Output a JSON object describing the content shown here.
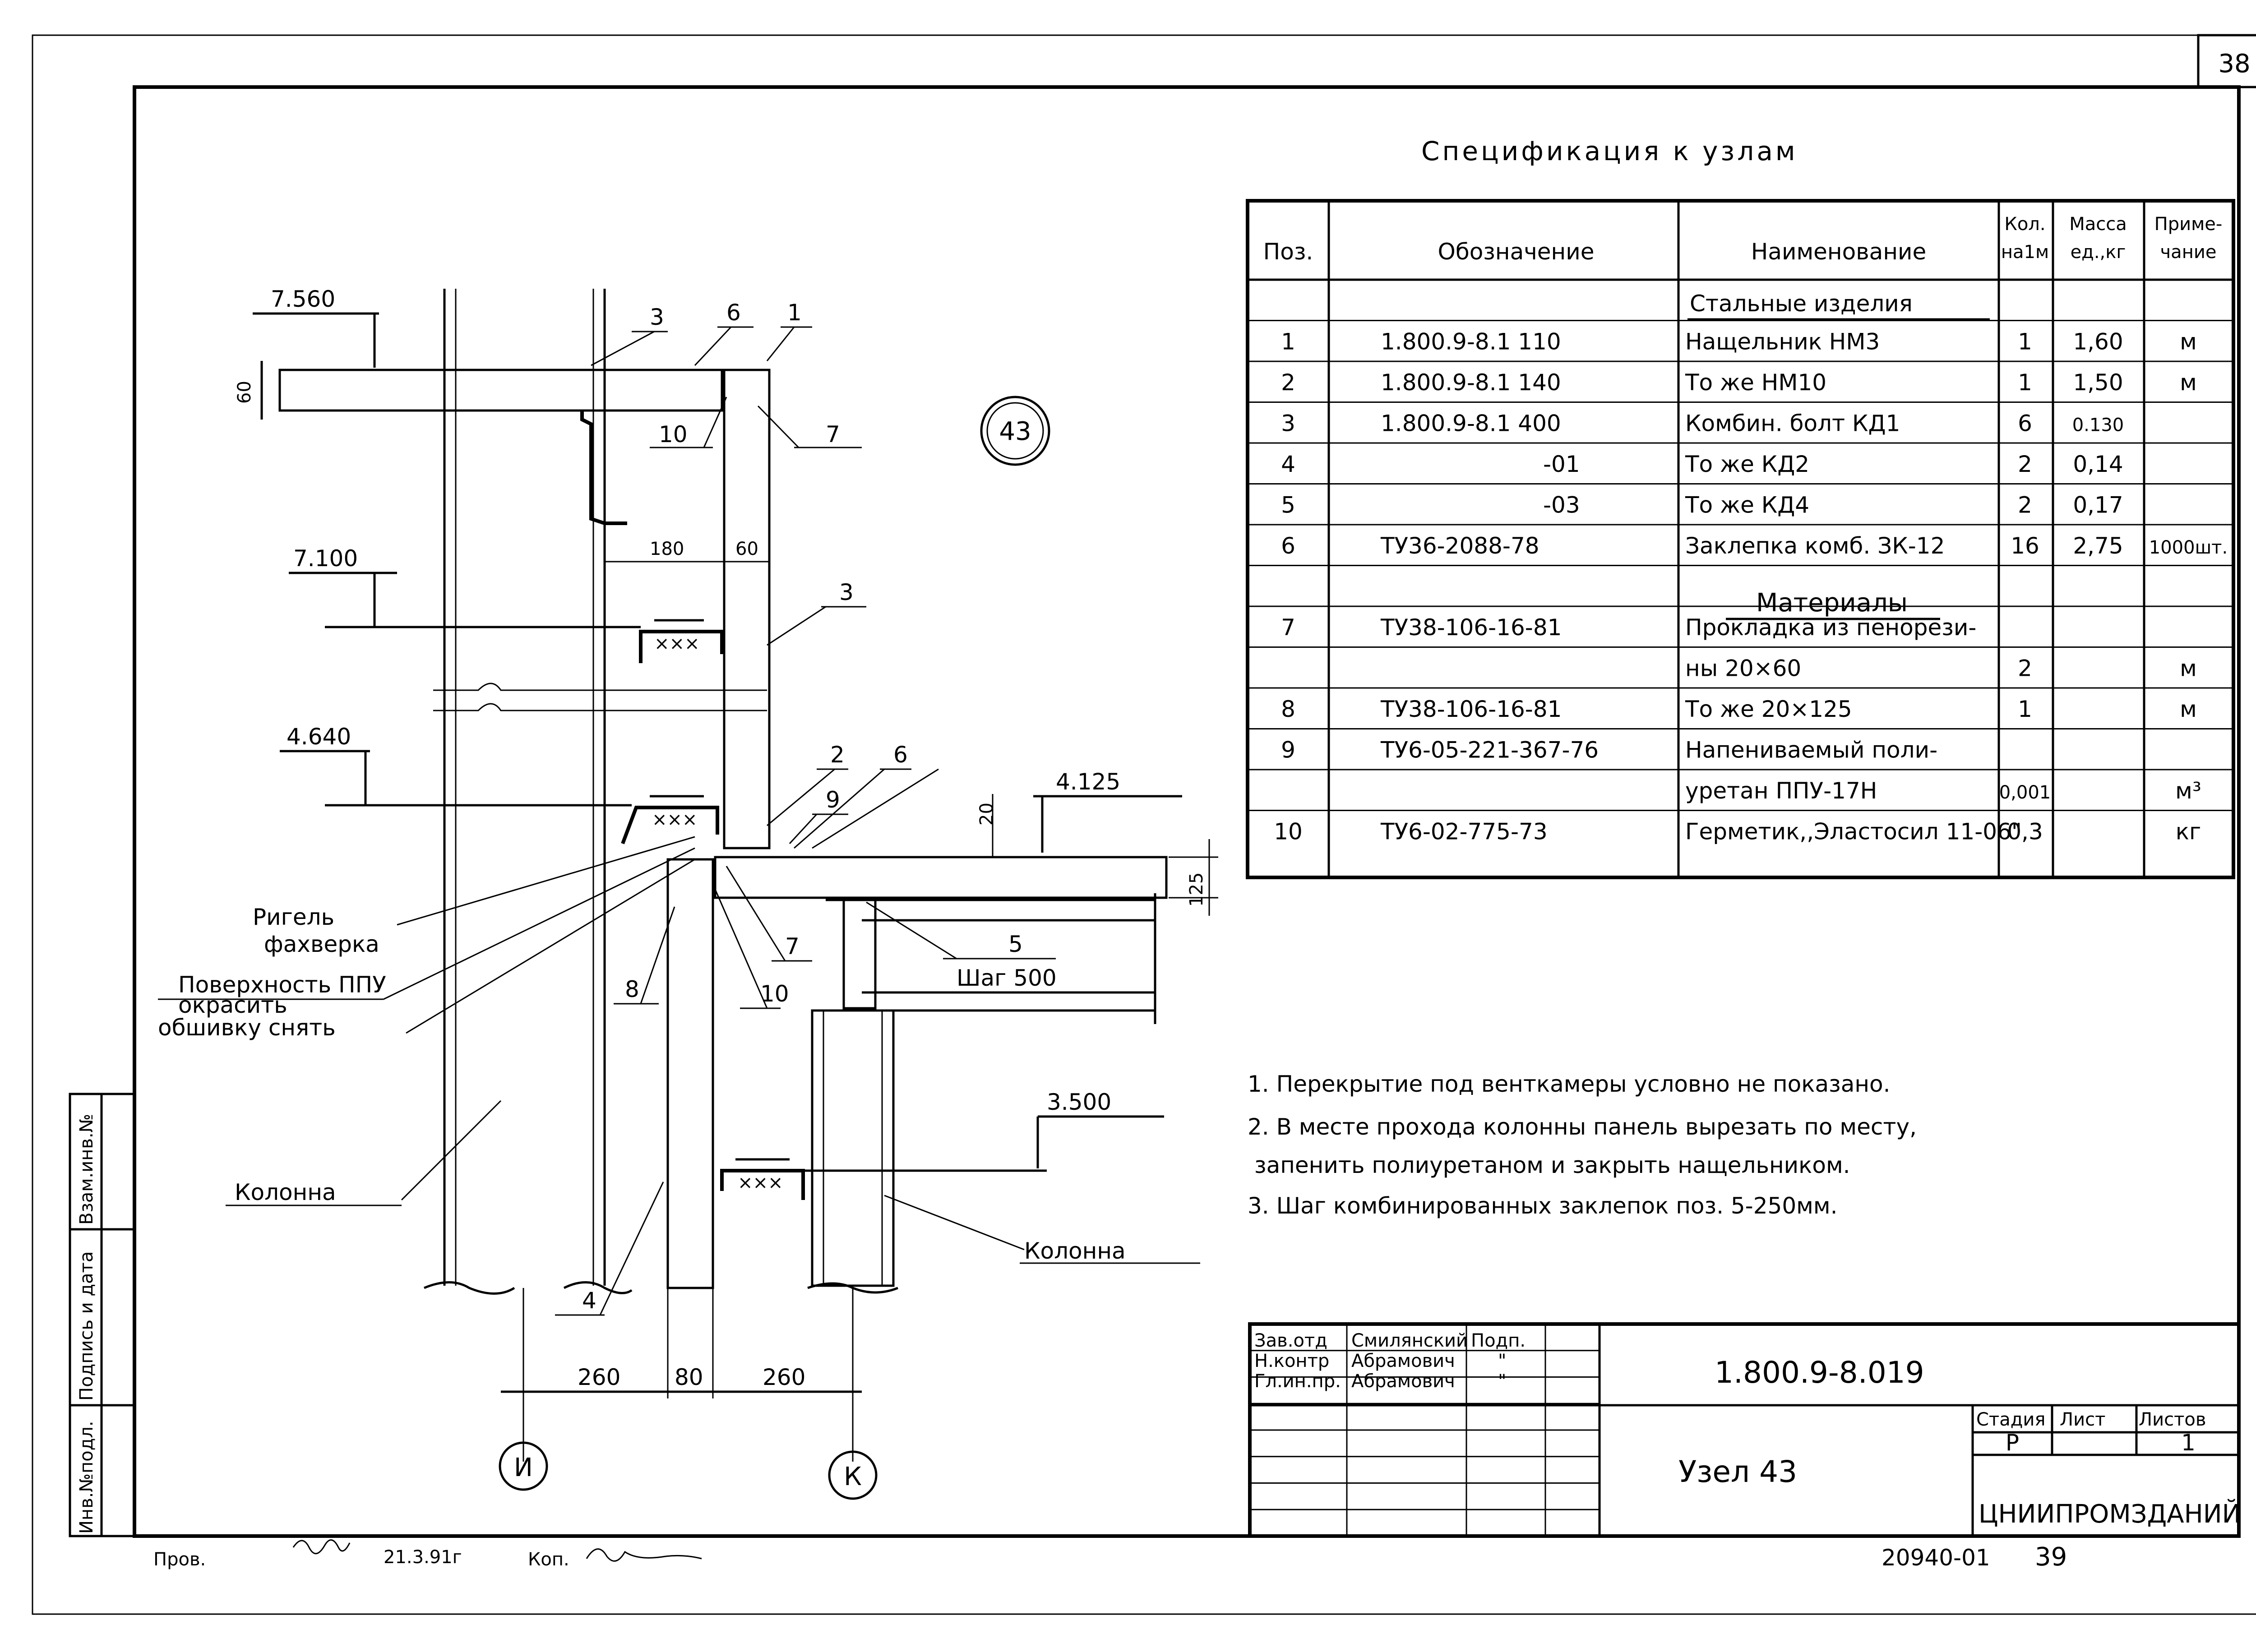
{
  "page": {
    "corner_sheet_number": "38"
  },
  "spec": {
    "title": "Спецификация к узлам",
    "headers": {
      "pos": "Поз.",
      "designation": "Обозначение",
      "name": "Наименование",
      "qty1": "Кол.",
      "qty2": "на1м",
      "mass1": "Масса",
      "mass2": "ед.,кг",
      "note1": "Приме-",
      "note2": "чание"
    },
    "section_steel": "Стальные изделия",
    "section_materials": "Материалы",
    "rows": [
      {
        "pos": "",
        "designation": "",
        "name": "",
        "qty": "",
        "mass": "",
        "note": ""
      },
      {
        "pos": "1",
        "designation": "1.800.9-8.1 110",
        "name": "Нащельник НМ3",
        "qty": "1",
        "mass": "1,60",
        "note": "м"
      },
      {
        "pos": "2",
        "designation": "1.800.9-8.1 140",
        "name": "То же НМ10",
        "qty": "1",
        "mass": "1,50",
        "note": "м"
      },
      {
        "pos": "3",
        "designation": "1.800.9-8.1 400",
        "name": "Комбин. болт КД1",
        "qty": "6",
        "mass": "0.130",
        "note": ""
      },
      {
        "pos": "4",
        "designation": "-01",
        "name": "То же КД2",
        "qty": "2",
        "mass": "0,14",
        "note": ""
      },
      {
        "pos": "5",
        "designation": "-03",
        "name": "То же КД4",
        "qty": "2",
        "mass": "0,17",
        "note": ""
      },
      {
        "pos": "6",
        "designation": "ТУ36-2088-78",
        "name": "Заклепка комб. ЗК-12",
        "qty": "16",
        "mass": "2,75",
        "note": "1000шт."
      },
      {
        "pos": "",
        "designation": "",
        "name": "",
        "qty": "",
        "mass": "",
        "note": ""
      },
      {
        "pos": "7",
        "designation": "ТУ38-106-16-81",
        "name": "Прокладка из пенорези-",
        "qty": "",
        "mass": "",
        "note": ""
      },
      {
        "pos": "",
        "designation": "",
        "name": "ны 20×60",
        "qty": "2",
        "mass": "",
        "note": "м"
      },
      {
        "pos": "8",
        "designation": "ТУ38-106-16-81",
        "name": "То же 20×125",
        "qty": "1",
        "mass": "",
        "note": "м"
      },
      {
        "pos": "9",
        "designation": "ТУ6-05-221-367-76",
        "name": "Напениваемый поли-",
        "qty": "",
        "mass": "",
        "note": ""
      },
      {
        "pos": "",
        "designation": "",
        "name": "уретан ППУ-17Н",
        "qty": "0,001",
        "mass": "",
        "note": "м³"
      },
      {
        "pos": "10",
        "designation": "ТУ6-02-775-73",
        "name": "Герметик,,Эластосил 11-06\"",
        "qty": "0,3",
        "mass": "",
        "note": "кг"
      }
    ]
  },
  "notes": [
    "1. Перекрытие под венткамеры условно не показано.",
    "2. В месте прохода колонны панель вырезать по месту,",
    "запенить полиуретаном и закрыть нащельником.",
    "3. Шаг комбинированных заклепок поз. 5-250мм."
  ],
  "drawing": {
    "node_label": "43",
    "elevations": [
      "7.560",
      "7.100",
      "4.640",
      "4.125",
      "3.500"
    ],
    "dims": {
      "d60_top": "60",
      "d180": "180",
      "d60": "60",
      "d20": "20",
      "d125": "125",
      "d260a": "260",
      "d80": "80",
      "d260b": "260"
    },
    "positions": [
      "3",
      "6",
      "1",
      "10",
      "7",
      "3",
      "2",
      "6",
      "9",
      "7",
      "10",
      "8",
      "5",
      "4"
    ],
    "step": "Шаг 500",
    "labels": {
      "rigel1": "Ригель",
      "rigel2": "фахверка",
      "ppu1": "Поверхность ППУ",
      "ppu2": "окрасить",
      "skin": "обшивку снять",
      "column_left": "Колонна",
      "column_right": "Колонна"
    },
    "axes": {
      "left": "И",
      "right": "К"
    }
  },
  "title_block": {
    "roles": [
      "Зав.отд",
      "Н.контр",
      "Гл.ин.пр."
    ],
    "names": [
      "Смилянский",
      "Абрамович",
      "Абрамович"
    ],
    "sign_header": "Подп.",
    "signs": [
      "",
      "\"",
      "\""
    ],
    "code": "1.800.9-8.019",
    "sheet_title": "Узел 43",
    "stage_label": "Стадия",
    "sheet_label": "Лист",
    "sheets_label": "Листов",
    "stage": "Р",
    "sheet": "",
    "sheets": "1",
    "org": "ЦНИИПРОМЗДАНИЙ"
  },
  "side_stamp": [
    "Инв.№подл.",
    "Подпись и дата",
    "Взам.инв.№"
  ],
  "footer": {
    "checked": "Пров.",
    "date": "21.3.91г",
    "copied": "Коп.",
    "doc_number": "20940-01",
    "page_number": "39"
  }
}
